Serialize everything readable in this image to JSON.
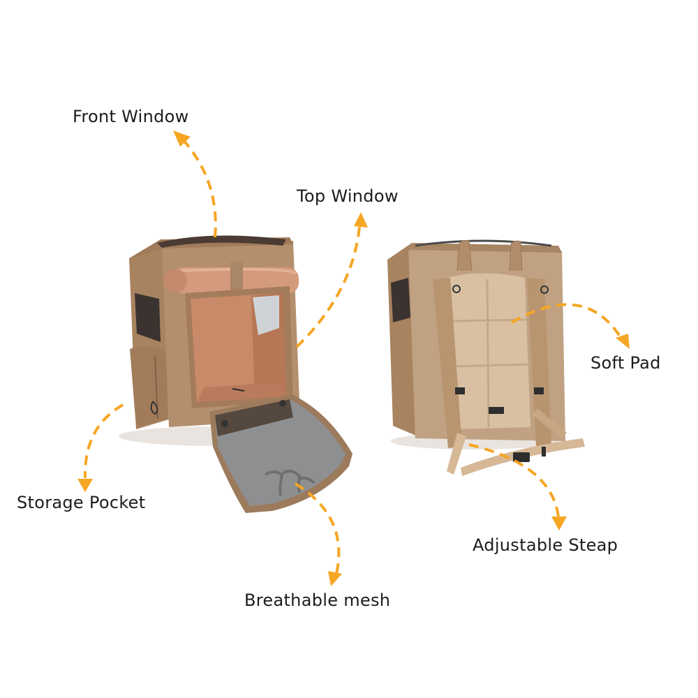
{
  "colors": {
    "background": "#ffffff",
    "arrow": "#f5a623",
    "text": "#1c1c1c",
    "bag_body": "#b48f6e",
    "bag_shadow": "#9a7657",
    "lining": "#d49a7c",
    "mesh": "#8a8a8a",
    "mesh_dark": "#3b3330"
  },
  "labels": {
    "front_window": "Front Window",
    "top_window": "Top Window",
    "soft_pad": "Soft Pad",
    "storage_pocket": "Storage Pocket",
    "breathable_mesh": "Breathable mesh",
    "adjustable_strap": "Adjustable Steap"
  },
  "products": {
    "front_view": "pet-carrier-backpack-front-open",
    "back_view": "pet-carrier-backpack-back-straps"
  }
}
